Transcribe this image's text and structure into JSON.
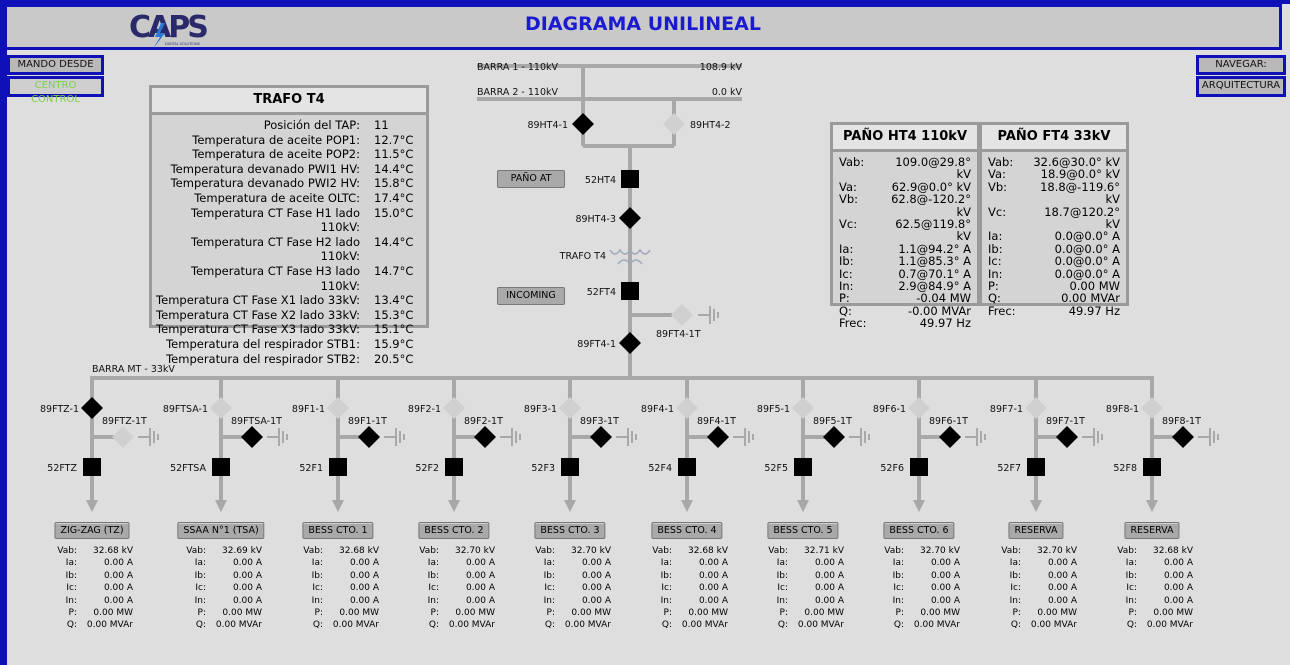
{
  "header": {
    "title": "DIAGRAMA UNILINEAL",
    "logo_text": "CAPS",
    "logo_sub": "DIGITAL SOLUTIONS"
  },
  "left_buttons": {
    "mando": "MANDO DESDE",
    "centro": "CENTRO CONTROL"
  },
  "right_buttons": {
    "navegar": "NAVEGAR:",
    "arquitectura": "ARQUITECTURA"
  },
  "colors": {
    "accent": "#1010b8",
    "closed": "#000000",
    "open": "#d0d0d0",
    "green_text": "#7ecf4a"
  },
  "trafo": {
    "title": "TRAFO T4",
    "rows": [
      {
        "label": "Posición del TAP:",
        "value": "11"
      },
      {
        "label": "Temperatura de aceite POP1:",
        "value": "12.7°C"
      },
      {
        "label": "Temperatura de aceite POP2:",
        "value": "11.5°C"
      },
      {
        "label": "Temperatura devanado PWI1 HV:",
        "value": "14.4°C"
      },
      {
        "label": "Temperatura devanado PWI2 HV:",
        "value": "15.8°C"
      },
      {
        "label": "Temperatura de aceite OLTC:",
        "value": "17.4°C"
      },
      {
        "label": "Temperatura CT Fase H1 lado 110kV:",
        "value": "15.0°C"
      },
      {
        "label": "Temperatura CT Fase H2 lado 110kV:",
        "value": "14.4°C"
      },
      {
        "label": "Temperatura CT Fase H3 lado 110kV:",
        "value": "14.7°C"
      },
      {
        "label": "Temperatura CT Fase X1 lado 33kV:",
        "value": "13.4°C"
      },
      {
        "label": "Temperatura CT Fase X2 lado 33kV:",
        "value": "15.3°C"
      },
      {
        "label": "Temperatura CT Fase X3 lado 33kV:",
        "value": "15.1°C"
      },
      {
        "label": "Temperatura del respirador STB1:",
        "value": "15.9°C"
      },
      {
        "label": "Temperatura del respirador STB2:",
        "value": "20.5°C"
      }
    ]
  },
  "pano_ht4": {
    "title": "PAÑO HT4 110kV",
    "rows": [
      {
        "label": "Vab:",
        "value": "109.0@29.8° kV"
      },
      {
        "label": "Va:",
        "value": "62.9@0.0° kV"
      },
      {
        "label": "Vb:",
        "value": "62.8@-120.2° kV"
      },
      {
        "label": "Vc:",
        "value": "62.5@119.8° kV"
      },
      {
        "label": "Ia:",
        "value": "1.1@94.2° A"
      },
      {
        "label": "Ib:",
        "value": "1.1@85.3° A"
      },
      {
        "label": "Ic:",
        "value": "0.7@70.1° A"
      },
      {
        "label": "In:",
        "value": "2.9@84.9° A"
      },
      {
        "label": "P:",
        "value": "-0.04 MW"
      },
      {
        "label": "Q:",
        "value": "-0.00 MVAr"
      },
      {
        "label": "Frec:",
        "value": "49.97 Hz"
      }
    ]
  },
  "pano_ft4": {
    "title": "PAÑO FT4 33kV",
    "rows": [
      {
        "label": "Vab:",
        "value": "32.6@30.0° kV"
      },
      {
        "label": "Va:",
        "value": "18.9@0.0° kV"
      },
      {
        "label": "Vb:",
        "value": "18.8@-119.6° kV"
      },
      {
        "label": "Vc:",
        "value": "18.7@120.2° kV"
      },
      {
        "label": "Ia:",
        "value": "0.0@0.0° A"
      },
      {
        "label": "Ib:",
        "value": "0.0@0.0° A"
      },
      {
        "label": "Ic:",
        "value": "0.0@0.0° A"
      },
      {
        "label": "In:",
        "value": "0.0@0.0° A"
      },
      {
        "label": "P:",
        "value": "0.00 MW"
      },
      {
        "label": "Q:",
        "value": "0.00 MVAr"
      },
      {
        "label": "Frec:",
        "value": "49.97 Hz"
      }
    ]
  },
  "hv": {
    "barra1": {
      "label": "BARRA 1 - 110kV",
      "value": "108.9 kV"
    },
    "barra2": {
      "label": "BARRA 2 - 110kV",
      "value": "0.0 kV"
    },
    "sw_89ht4_1": {
      "label": "89HT4-1",
      "closed": true
    },
    "sw_89ht4_2": {
      "label": "89HT4-2",
      "closed": false
    },
    "br_52ht4": {
      "label": "52HT4",
      "closed": true
    },
    "sw_89ht4_3": {
      "label": "89HT4-3",
      "closed": true
    },
    "trafo_label": "TRAFO T4",
    "br_52ft4": {
      "label": "52FT4",
      "closed": true
    },
    "sw_89ft4_1t": {
      "label": "89FT4-1T",
      "closed": false
    },
    "sw_89ft4_1": {
      "label": "89FT4-1",
      "closed": true
    },
    "pano_at_button": "PAÑO AT",
    "incoming_button": "INCOMING",
    "barra_mt": "BARRA MT - 33kV"
  },
  "feeders": [
    {
      "sw": "89FTZ-1",
      "sw_closed": true,
      "gnd": "89FTZ-1T",
      "gnd_closed": false,
      "br": "52FTZ",
      "br_closed": true,
      "name": "ZIG-ZAG (TZ)",
      "vab": "32.68 kV",
      "ia": "0.00 A",
      "ib": "0.00 A",
      "ic": "0.00 A",
      "in": "0.00 A",
      "p": "0.00 MW",
      "q": "0.00 MVAr"
    },
    {
      "sw": "89FTSA-1",
      "sw_closed": false,
      "gnd": "89FTSA-1T",
      "gnd_closed": true,
      "br": "52FTSA",
      "br_closed": true,
      "name": "SSAA N°1 (TSA)",
      "vab": "32.69 kV",
      "ia": "0.00 A",
      "ib": "0.00 A",
      "ic": "0.00 A",
      "in": "0.00 A",
      "p": "0.00 MW",
      "q": "0.00 MVAr"
    },
    {
      "sw": "89F1-1",
      "sw_closed": false,
      "gnd": "89F1-1T",
      "gnd_closed": true,
      "br": "52F1",
      "br_closed": true,
      "name": "BESS CTO. 1",
      "vab": "32.68 kV",
      "ia": "0.00 A",
      "ib": "0.00 A",
      "ic": "0.00 A",
      "in": "0.00 A",
      "p": "0.00 MW",
      "q": "0.00 MVAr"
    },
    {
      "sw": "89F2-1",
      "sw_closed": false,
      "gnd": "89F2-1T",
      "gnd_closed": true,
      "br": "52F2",
      "br_closed": true,
      "name": "BESS CTO. 2",
      "vab": "32.70 kV",
      "ia": "0.00 A",
      "ib": "0.00 A",
      "ic": "0.00 A",
      "in": "0.00 A",
      "p": "0.00 MW",
      "q": "0.00 MVAr"
    },
    {
      "sw": "89F3-1",
      "sw_closed": false,
      "gnd": "89F3-1T",
      "gnd_closed": true,
      "br": "52F3",
      "br_closed": true,
      "name": "BESS CTO. 3",
      "vab": "32.70 kV",
      "ia": "0.00 A",
      "ib": "0.00 A",
      "ic": "0.00 A",
      "in": "0.00 A",
      "p": "0.00 MW",
      "q": "0.00 MVAr"
    },
    {
      "sw": "89F4-1",
      "sw_closed": false,
      "gnd": "89F4-1T",
      "gnd_closed": true,
      "br": "52F4",
      "br_closed": true,
      "name": "BESS CTO. 4",
      "vab": "32.68 kV",
      "ia": "0.00 A",
      "ib": "0.00 A",
      "ic": "0.00 A",
      "in": "0.00 A",
      "p": "0.00 MW",
      "q": "0.00 MVAr"
    },
    {
      "sw": "89F5-1",
      "sw_closed": false,
      "gnd": "89F5-1T",
      "gnd_closed": true,
      "br": "52F5",
      "br_closed": true,
      "name": "BESS CTO. 5",
      "vab": "32.71 kV",
      "ia": "0.00 A",
      "ib": "0.00 A",
      "ic": "0.00 A",
      "in": "0.00 A",
      "p": "0.00 MW",
      "q": "0.00 MVAr"
    },
    {
      "sw": "89F6-1",
      "sw_closed": false,
      "gnd": "89F6-1T",
      "gnd_closed": true,
      "br": "52F6",
      "br_closed": true,
      "name": "BESS CTO. 6",
      "vab": "32.70 kV",
      "ia": "0.00 A",
      "ib": "0.00 A",
      "ic": "0.00 A",
      "in": "0.00 A",
      "p": "0.00 MW",
      "q": "0.00 MVAr"
    },
    {
      "sw": "89F7-1",
      "sw_closed": false,
      "gnd": "89F7-1T",
      "gnd_closed": true,
      "br": "52F7",
      "br_closed": true,
      "name": "RESERVA",
      "vab": "32.70 kV",
      "ia": "0.00 A",
      "ib": "0.00 A",
      "ic": "0.00 A",
      "in": "0.00 A",
      "p": "0.00 MW",
      "q": "0.00 MVAr"
    },
    {
      "sw": "89F8-1",
      "sw_closed": false,
      "gnd": "89F8-1T",
      "gnd_closed": true,
      "br": "52F8",
      "br_closed": true,
      "name": "RESERVA",
      "vab": "32.68 kV",
      "ia": "0.00 A",
      "ib": "0.00 A",
      "ic": "0.00 A",
      "in": "0.00 A",
      "p": "0.00 MW",
      "q": "0.00 MVAr"
    }
  ],
  "feeder_labels": {
    "vab": "Vab:",
    "ia": "Ia:",
    "ib": "Ib:",
    "ic": "Ic:",
    "in": "In:",
    "p": "P:",
    "q": "Q:"
  }
}
